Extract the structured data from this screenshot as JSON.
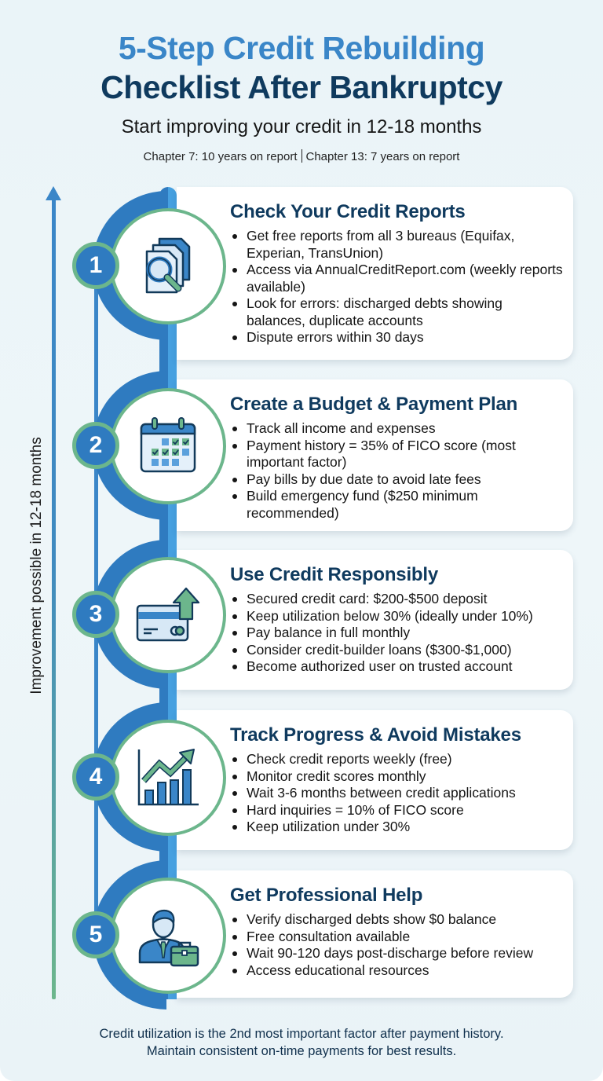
{
  "header": {
    "title_line1": "5-Step Credit Rebuilding",
    "title_line2": "Checklist After Bankruptcy",
    "subtitle": "Start improving your credit in 12-18 months",
    "chapter7": "Chapter 7: 10 years on report",
    "chapter13": "Chapter 13: 7 years on report"
  },
  "axis": {
    "label": "Improvement possible in 12-18 months",
    "icon": "up-arrow-icon"
  },
  "colors": {
    "title_blue": "#3a86c8",
    "navy": "#0f3a5e",
    "ring_blue": "#2f7bc0",
    "accent_green": "#6cb68c",
    "background": "#eaf4f8"
  },
  "steps": [
    {
      "number": "1",
      "icon": "documents-magnifier-icon",
      "title": "Check Your Credit Reports",
      "bullets": [
        "Get free reports from all 3 bureaus (Equifax, Experian, TransUnion)",
        "Access via AnnualCreditReport.com (weekly reports available)",
        "Look for errors: discharged debts showing balances, duplicate accounts",
        "Dispute errors within 30 days"
      ]
    },
    {
      "number": "2",
      "icon": "calendar-checklist-icon",
      "title": "Create a Budget & Payment Plan",
      "bullets": [
        "Track all income and expenses",
        "Payment history = 35% of FICO score (most important factor)",
        "Pay bills by due date to avoid late fees",
        "Build emergency fund ($250 minimum recommended)"
      ]
    },
    {
      "number": "3",
      "icon": "credit-card-up-arrow-icon",
      "title": "Use Credit Responsibly",
      "bullets": [
        "Secured credit card: $200-$500 deposit",
        "Keep utilization below 30% (ideally under 10%)",
        "Pay balance in full monthly",
        "Consider credit-builder loans ($300-$1,000)",
        "Become authorized user on trusted account"
      ]
    },
    {
      "number": "4",
      "icon": "growth-chart-icon",
      "title": "Track Progress & Avoid Mistakes",
      "bullets": [
        "Check credit reports weekly (free)",
        "Monitor credit scores monthly",
        "Wait 3-6 months between credit applications",
        "Hard inquiries = 10% of FICO score",
        "Keep utilization under 30%"
      ]
    },
    {
      "number": "5",
      "icon": "professional-briefcase-icon",
      "title": "Get Professional Help",
      "bullets": [
        "Verify discharged debts show $0 balance",
        "Free consultation available",
        "Wait 90-120 days post-discharge before review",
        "Access educational resources"
      ]
    }
  ],
  "footer": {
    "line1": "Credit utilization is the 2nd most important factor after payment history.",
    "line2": "Maintain consistent on-time payments for best results."
  }
}
